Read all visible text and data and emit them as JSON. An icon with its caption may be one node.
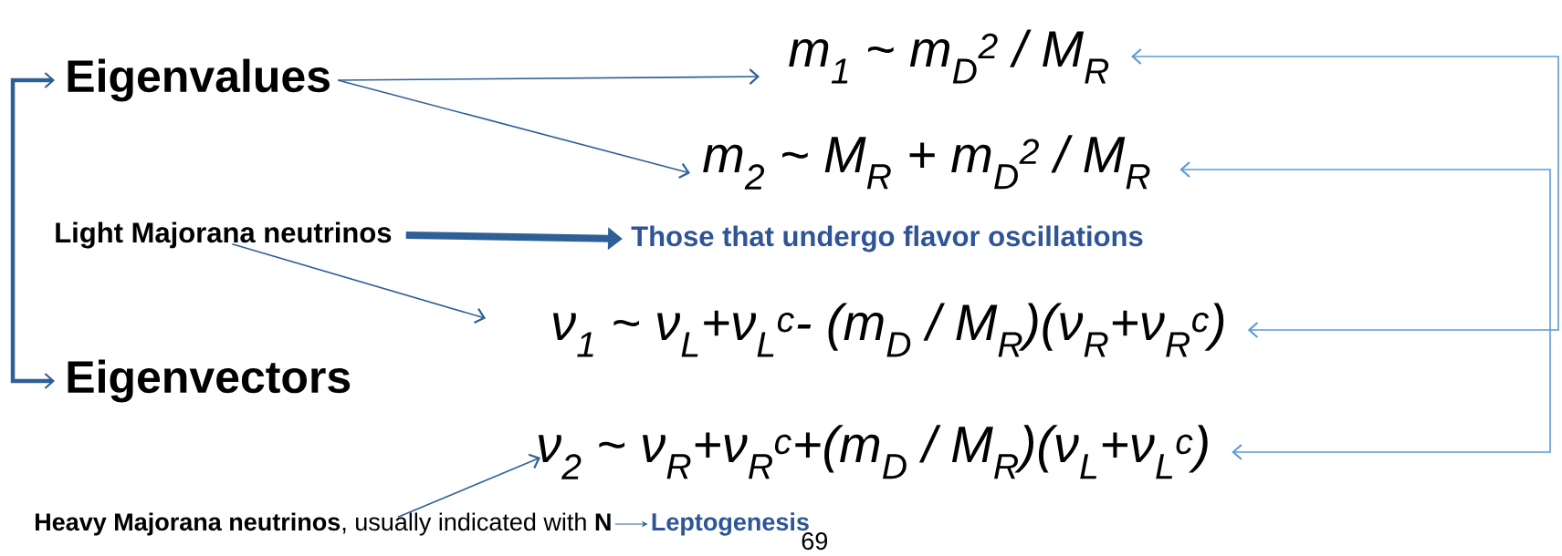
{
  "diagram": {
    "nodes": [
      {
        "text": [
          "Eigenvalues"
        ]
      },
      {
        "text": [
          "Eigenvectors"
        ]
      },
      {
        "text": [
          "m$_{1}$ ~ m$_{D}$$^{2}$ / M$_{R}$"
        ]
      },
      {
        "text": [
          "m$_{2}$ ~ M$_{R}$ + m$_{D}$$^{2}$ / M$_{R}$"
        ]
      },
      {
        "text": [
          "Light Majorana neutrinos"
        ]
      },
      {
        "text": [
          "Those that undergo flavor oscillations"
        ]
      },
      {
        "text": [
          "ν$_{1}$ ~ ν$_{L}$+ν$_{L}$$^{c}$- (m$_{D}$ / M$_{R}$)(ν$_{R}$+ν$_{R}$$^{c}$)"
        ]
      },
      {
        "text": [
          "ν$_{2}$ ~ ν$_{R}$+ν$_{R}$$^{c}$+(m$_{D}$ / M$_{R}$)(ν$_{L}$+ν$_{L}$$^{c}$)"
        ]
      },
      {
        "text": [
          "**Heavy Majorana neutrinos**, usually indicated with **N**"
        ]
      },
      {
        "text": [
          "Leptogenesis"
        ]
      }
    ],
    "edges": [
      {
        "from": 0,
        "to": 1,
        "arrow": "both",
        "style": "thick"
      },
      {
        "from": 0,
        "to": 2,
        "arrow": "to"
      },
      {
        "from": 0,
        "to": 3,
        "arrow": "to"
      },
      {
        "from": 4,
        "to": 5,
        "arrow": "to",
        "style": "thick"
      },
      {
        "from": 4,
        "to": 6,
        "arrow": "to"
      },
      {
        "from": 8,
        "to": 7,
        "arrow": "to"
      },
      {
        "from": 8,
        "to": 9,
        "arrow": "to"
      },
      {
        "from": 2,
        "to": 6,
        "arrow": "both",
        "color": "#5b9bd5"
      },
      {
        "from": 3,
        "to": 7,
        "arrow": "both",
        "color": "#5b9bd5"
      }
    ],
    "labels": [
      "69"
    ]
  }
}
